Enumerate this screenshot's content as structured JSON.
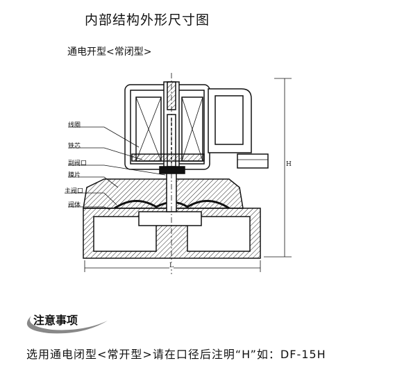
{
  "title": "内部结构外形尺寸图",
  "subtitle": "通电开型<常闭型>",
  "labels": {
    "coil": "线圈",
    "core": "铁芯",
    "pilot_port": "副阀口",
    "diaphragm": "膜片",
    "main_port": "主阀口",
    "body": "阀体"
  },
  "dimensions": {
    "height": "H",
    "length": "L"
  },
  "notice_heading": "注意事项",
  "note": "选用通电闭型<常开型>请在口径后注明“H”如：DF-15H"
}
